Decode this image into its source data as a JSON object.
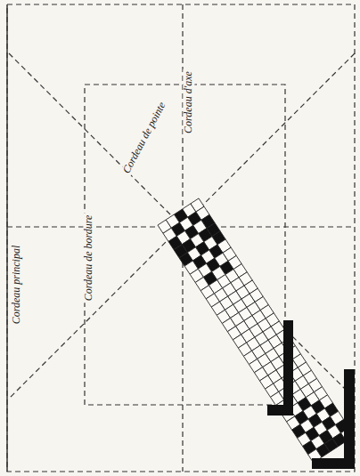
{
  "diagram": {
    "labels": [
      "Cordeau de bordure",
      "Cordeau de pointe",
      "Cordeau d'axe",
      "Cordeau principal"
    ]
  }
}
